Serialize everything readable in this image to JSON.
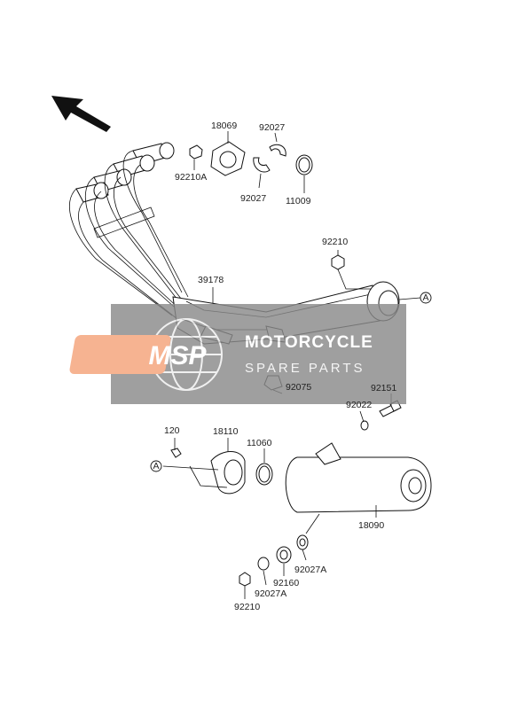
{
  "diagram": {
    "labels": {
      "p18069": "18069",
      "p92027_top": "92027",
      "p92210a": "92210A",
      "p92027_mid": "92027",
      "p11009": "11009",
      "p92210_upper": "92210",
      "p39178": "39178",
      "p92075": "92075",
      "p92151": "92151",
      "p92022": "92022",
      "p120": "120",
      "p18110": "18110",
      "p11060": "11060",
      "p18090": "18090",
      "p92027a_right": "92027A",
      "p92160": "92160",
      "p92027a_left": "92027A",
      "p92210_lower": "92210"
    },
    "refs": {
      "ref_a_right": "A",
      "ref_a_left": "A"
    }
  },
  "watermark": {
    "logo": "MSP",
    "title": "MOTORCYCLE",
    "subtitle": "SPARE PARTS",
    "colors": {
      "logo_bg": "#f5a37a",
      "band": "#8a8a8a"
    }
  },
  "icons": {
    "direction_arrow": "arrow-up-left-icon"
  }
}
